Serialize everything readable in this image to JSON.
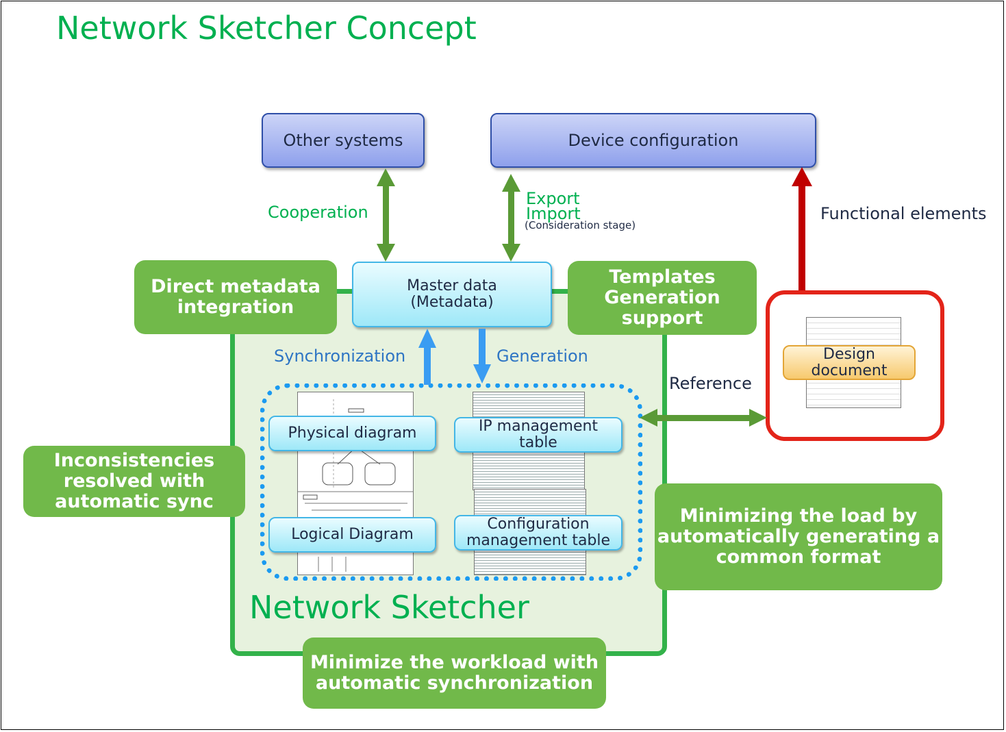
{
  "title": "Network Sketcher Concept",
  "nodes": {
    "other_systems": "Other systems",
    "device_configuration": "Device configuration",
    "master_data_line1": "Master data",
    "master_data_line2": "(Metadata)",
    "physical_diagram": "Physical diagram",
    "logical_diagram": "Logical Diagram",
    "ip_table_line1": "IP management",
    "ip_table_line2": "table",
    "config_table_line1": "Configuration",
    "config_table_line2": "management table",
    "design_doc_line1": "Design",
    "design_doc_line2": "document",
    "network_sketcher": "Network Sketcher"
  },
  "edge_labels": {
    "cooperation": "Cooperation",
    "export": "Export",
    "import": "Import",
    "consideration": "(Consideration stage)",
    "functional_elements": "Functional elements",
    "synchronization": "Synchronization",
    "generation": "Generation",
    "reference": "Reference"
  },
  "callouts": {
    "direct_metadata": [
      "Direct metadata",
      "integration"
    ],
    "templates": [
      "Templates",
      "Generation",
      "support"
    ],
    "inconsistencies": [
      "Inconsistencies",
      "resolved with",
      "automatic sync"
    ],
    "minimizing_load": [
      "Minimizing the load by",
      "automatically generating a",
      "common format"
    ],
    "minimize_workload": [
      "Minimize the workload with",
      "automatic synchronization"
    ]
  },
  "colors": {
    "title_green": "#00b050",
    "arrow_green": "#5a9a36",
    "arrow_blue": "#3a9cf2",
    "arrow_red": "#c00000",
    "callout_green": "#71b94a"
  }
}
